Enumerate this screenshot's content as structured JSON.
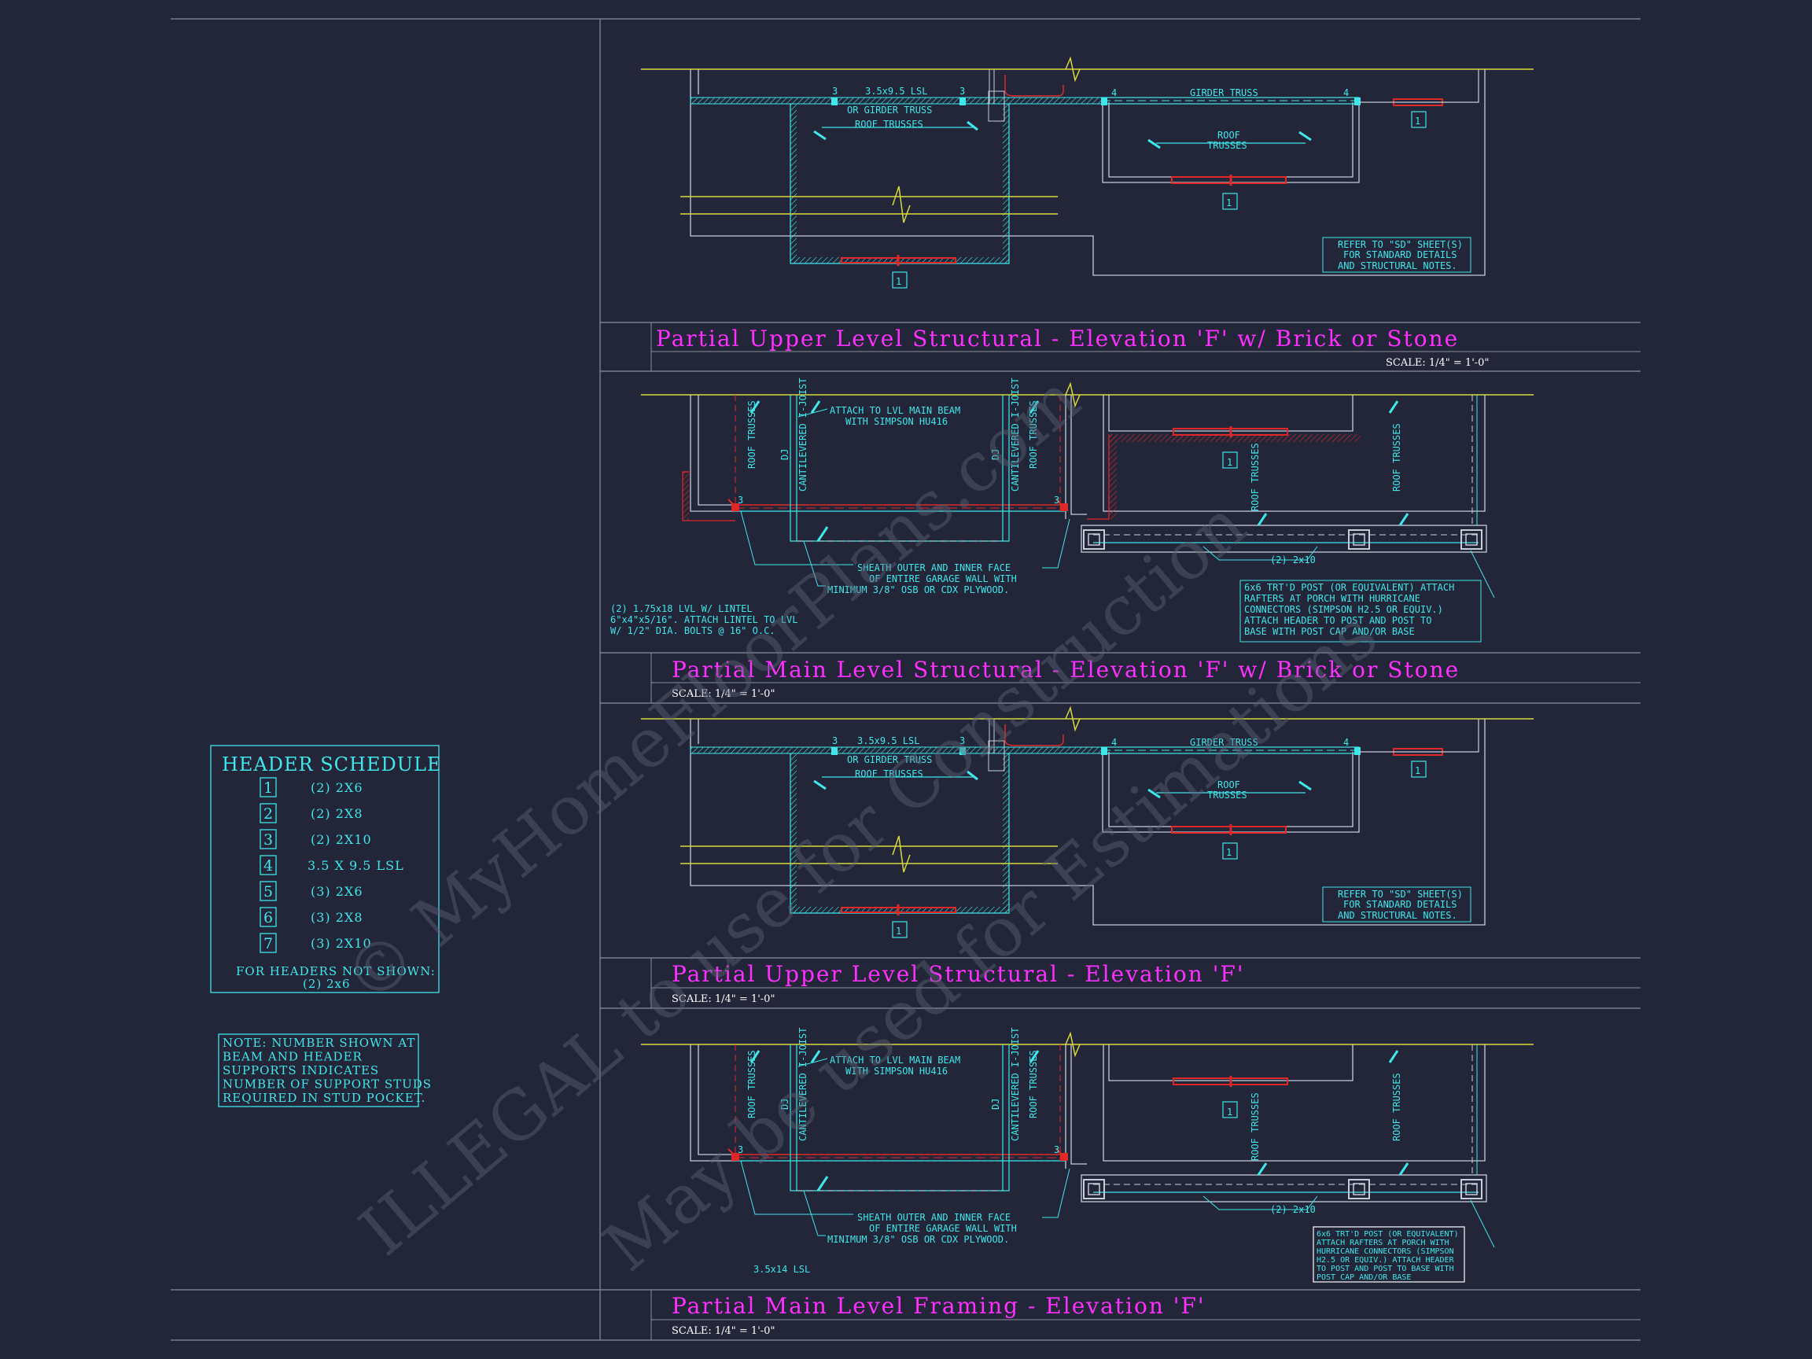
{
  "watermark": {
    "line1": "© MyHomeFloorPlans.com",
    "line2": "ILLEGAL to use for Construction",
    "line3": "May be used for Estimations"
  },
  "header_schedule": {
    "title": "HEADER SCHEDULE",
    "items": [
      {
        "num": "1",
        "label": "(2) 2X6"
      },
      {
        "num": "2",
        "label": "(2) 2X8"
      },
      {
        "num": "3",
        "label": "(2) 2X10"
      },
      {
        "num": "4",
        "label": "3.5 X 9.5 LSL"
      },
      {
        "num": "5",
        "label": "(3) 2X6"
      },
      {
        "num": "6",
        "label": "(3) 2X8"
      },
      {
        "num": "7",
        "label": "(3) 2X10"
      }
    ],
    "footer1": "FOR HEADERS NOT SHOWN:",
    "footer2": "(2) 2x6"
  },
  "note": {
    "lines": [
      "NOTE: NUMBER SHOWN AT",
      "BEAM AND HEADER",
      "SUPPORTS INDICATES",
      "NUMBER OF SUPPORT STUDS",
      "REQUIRED IN STUD POCKET."
    ]
  },
  "drawings": {
    "p1": {
      "title": "Partial Upper Level Structural - Elevation 'F' w/ Brick or Stone",
      "scale": "SCALE: 1/4\" = 1'-0\"",
      "lsl": "3.5x9.5 LSL",
      "or_girder": "OR GIRDER TRUSS",
      "roof_trusses": "ROOF TRUSSES",
      "girder_truss": "GIRDER TRUSS",
      "roof": "ROOF",
      "trusses": "TRUSSES",
      "refer1": "REFER TO \"SD\" SHEET(S)",
      "refer2": "FOR STANDARD DETAILS",
      "refer3": "AND STRUCTURAL NOTES.",
      "n3": "3",
      "n4": "4",
      "n1": "1"
    },
    "p2": {
      "title": "Partial Main Level Structural - Elevation 'F' w/ Brick or Stone",
      "scale": "SCALE: 1/4\" = 1'-0\"",
      "attach1": "ATTACH TO LVL MAIN BEAM",
      "attach2": "WITH SIMPSON HU416",
      "sheath1": "SHEATH OUTER AND INNER FACE",
      "sheath2": "OF ENTIRE GARAGE WALL WITH",
      "sheath3": "MINIMUM 3/8\" OSB OR CDX PLYWOOD.",
      "lintel1": "(2) 1.75x18 LVL W/ LINTEL",
      "lintel2": "6\"x4\"x5/16\". ATTACH LINTEL TO LVL",
      "lintel3": "W/ 1/2\" DIA. BOLTS @ 16\" O.C.",
      "two_2x10": "(2) 2x10",
      "post1": "6x6 TRT'D POST (OR EQUIVALENT) ATTACH",
      "post2": "RAFTERS AT PORCH WITH HURRICANE",
      "post3": "CONNECTORS (SIMPSON H2.5 OR EQUIV.)",
      "post4": "ATTACH HEADER TO POST AND POST TO",
      "post5": "BASE WITH POST CAP AND/OR BASE",
      "roof_trusses": "ROOF TRUSSES",
      "dj": "DJ",
      "cant": "CANTILEVERED I-JOIST",
      "n3": "3",
      "n1": "1"
    },
    "p3": {
      "title": "Partial Upper Level Structural  - Elevation 'F'",
      "scale": "SCALE: 1/4\" = 1'-0\""
    },
    "p4": {
      "title": "Partial Main Level Framing - Elevation 'F'",
      "scale": "SCALE: 1/4\" = 1'-0\"",
      "lsl": "3.5x14 LSL",
      "post1": "6x6 TRT'D POST (OR EQUIVALENT)",
      "post2": "ATTACH RAFTERS AT PORCH WITH",
      "post3": "HURRICANE CONNECTORS (SIMPSON",
      "post4": "H2.5 OR EQUIV.) ATTACH HEADER",
      "post5": "TO POST AND POST TO BASE WITH",
      "post6": "POST CAP AND/OR BASE"
    }
  },
  "colors": {
    "background": "#222638",
    "cyan": "#3fe6ea",
    "magenta": "#ff30ff",
    "yellow": "#d8d83c",
    "red": "#e02828",
    "white": "#ffffff"
  }
}
